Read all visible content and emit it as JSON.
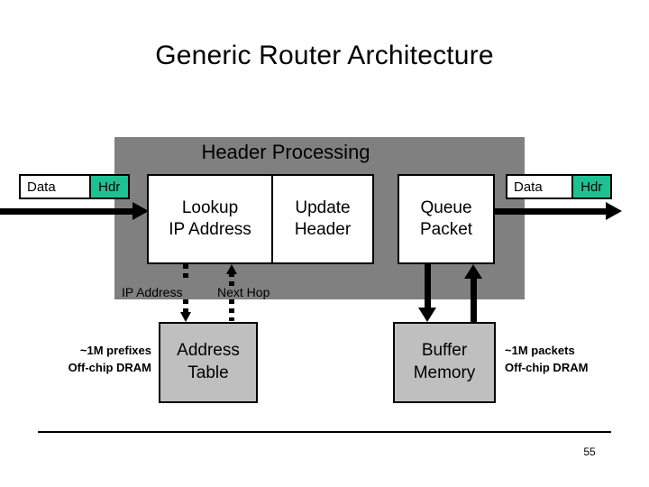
{
  "slide": {
    "title": "Generic Router Architecture",
    "page_number": "55"
  },
  "panel": {
    "title": "Header Processing",
    "fill_color": "#808080"
  },
  "packets": {
    "ingress": {
      "data_label": "Data",
      "hdr_label": "Hdr",
      "data_color": "#ffffff",
      "hdr_color": "#1ec292"
    },
    "egress": {
      "data_label": "Data",
      "hdr_label": "Hdr",
      "data_color": "#ffffff",
      "hdr_color": "#1ec292"
    }
  },
  "process_boxes": [
    {
      "id": "lookup-ip-address",
      "line1": "Lookup",
      "line2": "IP Address",
      "fill_color": "#ffffff"
    },
    {
      "id": "update-header",
      "line1": "Update",
      "line2": "Header",
      "fill_color": "#ffffff"
    },
    {
      "id": "queue-packet",
      "line1": "Queue",
      "line2": "Packet",
      "fill_color": "#ffffff"
    }
  ],
  "memory_boxes": [
    {
      "id": "address-table",
      "line1": "Address",
      "line2": "Table",
      "fill_color": "#bfbfbf"
    },
    {
      "id": "buffer-memory",
      "line1": "Buffer",
      "line2": "Memory",
      "fill_color": "#bfbfbf"
    }
  ],
  "connector_labels": {
    "ip_address": "IP Address",
    "next_hop": "Next Hop"
  },
  "annotations": {
    "address_table": {
      "line1": "~1M prefixes",
      "line2": "Off-chip DRAM"
    },
    "buffer_memory": {
      "line1": "~1M packets",
      "line2": "Off-chip DRAM"
    }
  }
}
